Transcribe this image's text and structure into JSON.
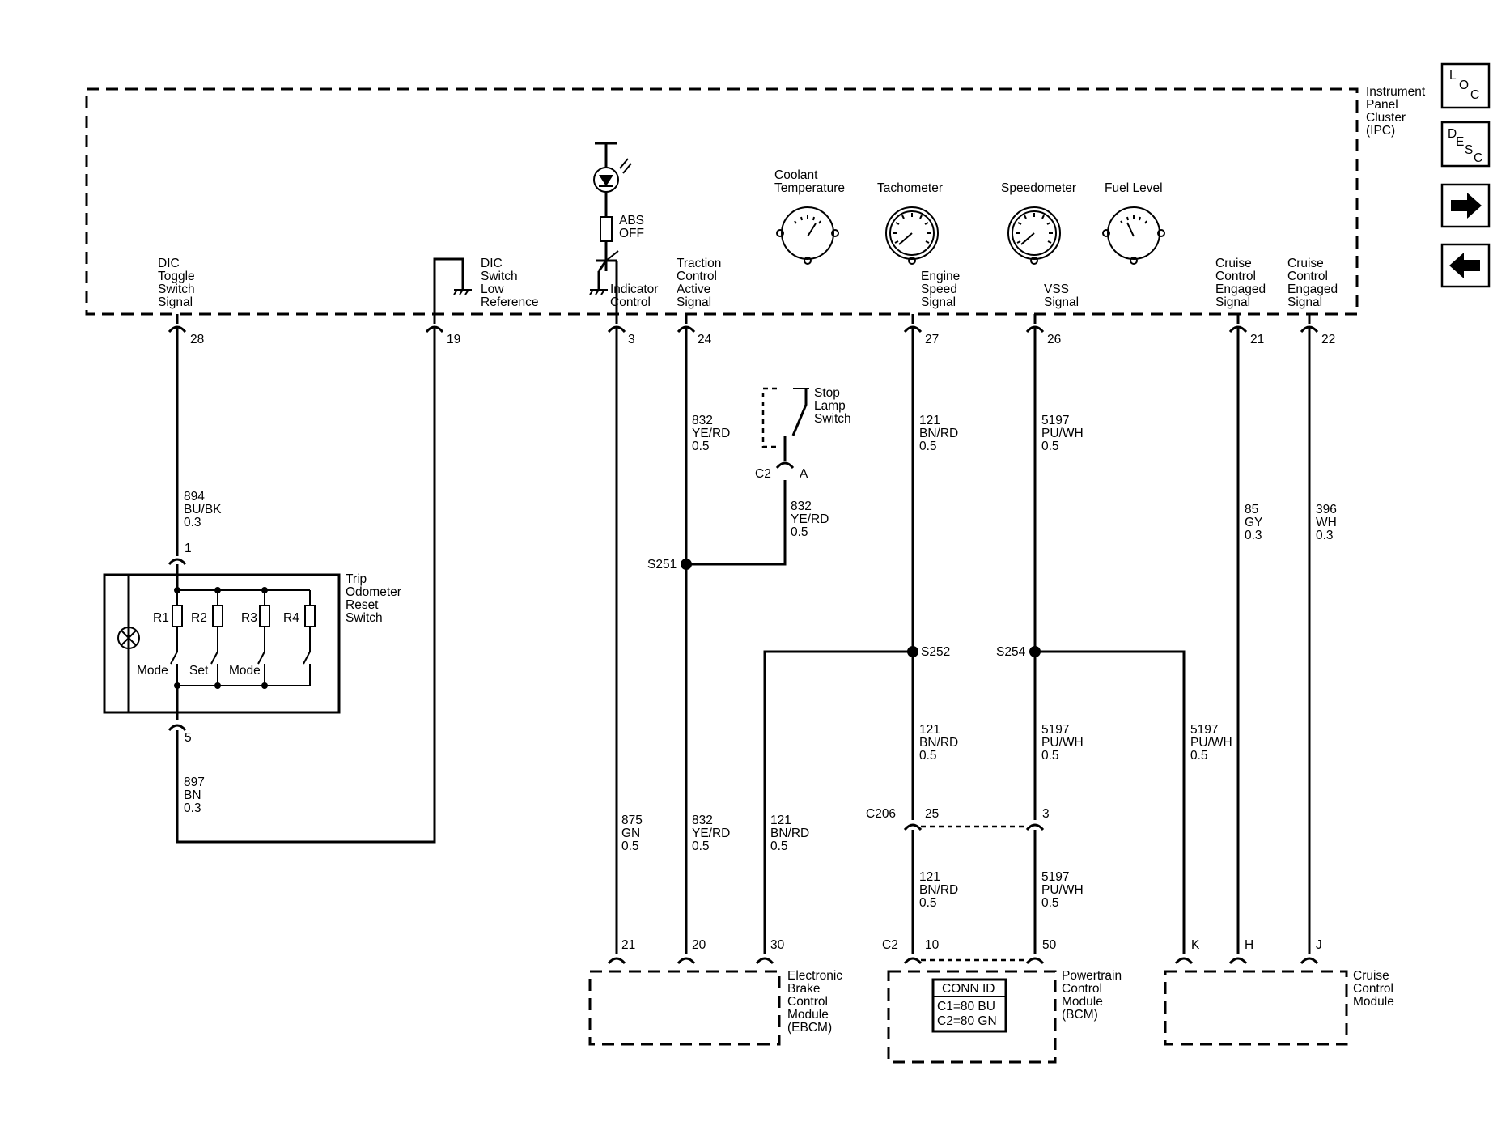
{
  "modules": {
    "ipc": [
      "Instrument",
      "Panel",
      "Cluster",
      "(IPC)"
    ],
    "trip_switch": [
      "Trip",
      "Odometer",
      "Reset",
      "Switch"
    ],
    "stop_lamp": [
      "Stop",
      "Lamp",
      "Switch"
    ],
    "ebcm": [
      "Electronic",
      "Brake",
      "Control",
      "Module",
      "(EBCM)"
    ],
    "pcm": [
      "Powertrain",
      "Control",
      "Module",
      "(BCM)"
    ],
    "ccm": [
      "Cruise",
      "Control",
      "Module"
    ]
  },
  "conn_id": {
    "title": "CONN ID",
    "c1": "C1=80 BU",
    "c2": "C2=80 GN"
  },
  "gauges": {
    "coolant": [
      "Coolant",
      "Temperature"
    ],
    "tach": "Tachometer",
    "speedo": "Speedometer",
    "fuel": "Fuel Level"
  },
  "abs_lamp": [
    "ABS",
    "OFF"
  ],
  "ipc_signals": {
    "dic_toggle": [
      "DIC",
      "Toggle",
      "Switch",
      "Signal"
    ],
    "dic_low_ref": [
      "DIC",
      "Switch",
      "Low",
      "Reference"
    ],
    "indicator": [
      "Indicator",
      "Control"
    ],
    "traction": [
      "Traction",
      "Control",
      "Active",
      "Signal"
    ],
    "engine_speed": [
      "Engine",
      "Speed",
      "Signal"
    ],
    "vss": [
      "VSS",
      "Signal"
    ],
    "cruise1": [
      "Cruise",
      "Control",
      "Engaged",
      "Signal"
    ],
    "cruise2": [
      "Cruise",
      "Control",
      "Engaged",
      "Signal"
    ]
  },
  "pins": {
    "p28": "28",
    "p19": "19",
    "p3": "3",
    "p24": "24",
    "p27": "27",
    "p26": "26",
    "p21": "21",
    "p22": "22",
    "trip1": "1",
    "trip5": "5",
    "c2": "C2",
    "c2a": "A",
    "c206": "C206",
    "c206_25": "25",
    "c206_3": "3",
    "ebcm21": "21",
    "ebcm20": "20",
    "ebcm30": "30",
    "pcm_c2": "C2",
    "pcm10": "10",
    "pcm50": "50",
    "ccmK": "K",
    "ccmH": "H",
    "ccmJ": "J"
  },
  "splices": {
    "s251": "S251",
    "s252": "S252",
    "s254": "S254"
  },
  "wires": {
    "w894": [
      "894",
      "BU/BK",
      "0.3"
    ],
    "w897": [
      "897",
      "BN",
      "0.3"
    ],
    "w832a": [
      "832",
      "YE/RD",
      "0.5"
    ],
    "w832b": [
      "832",
      "YE/RD",
      "0.5"
    ],
    "w832c": [
      "832",
      "YE/RD",
      "0.5"
    ],
    "w121a": [
      "121",
      "BN/RD",
      "0.5"
    ],
    "w121b": [
      "121",
      "BN/RD",
      "0.5"
    ],
    "w121c": [
      "121",
      "BN/RD",
      "0.5"
    ],
    "w121d": [
      "121",
      "BN/RD",
      "0.5"
    ],
    "w5197a": [
      "5197",
      "PU/WH",
      "0.5"
    ],
    "w5197b": [
      "5197",
      "PU/WH",
      "0.5"
    ],
    "w5197c": [
      "5197",
      "PU/WH",
      "0.5"
    ],
    "w5197d": [
      "5197",
      "PU/WH",
      "0.5"
    ],
    "w875": [
      "875",
      "GN",
      "0.5"
    ],
    "w85": [
      "85",
      "GY",
      "0.3"
    ],
    "w396": [
      "396",
      "WH",
      "0.3"
    ]
  },
  "switch_parts": {
    "resistors": [
      "R1",
      "R2",
      "R3",
      "R4"
    ],
    "contacts": [
      "Mode",
      "Set",
      "Mode"
    ]
  },
  "nav": {
    "loc": [
      "L",
      "O",
      "C"
    ],
    "desc": [
      "D",
      "E",
      "S",
      "C"
    ],
    "forward_icon": "right-arrow",
    "back_icon": "left-arrow"
  }
}
